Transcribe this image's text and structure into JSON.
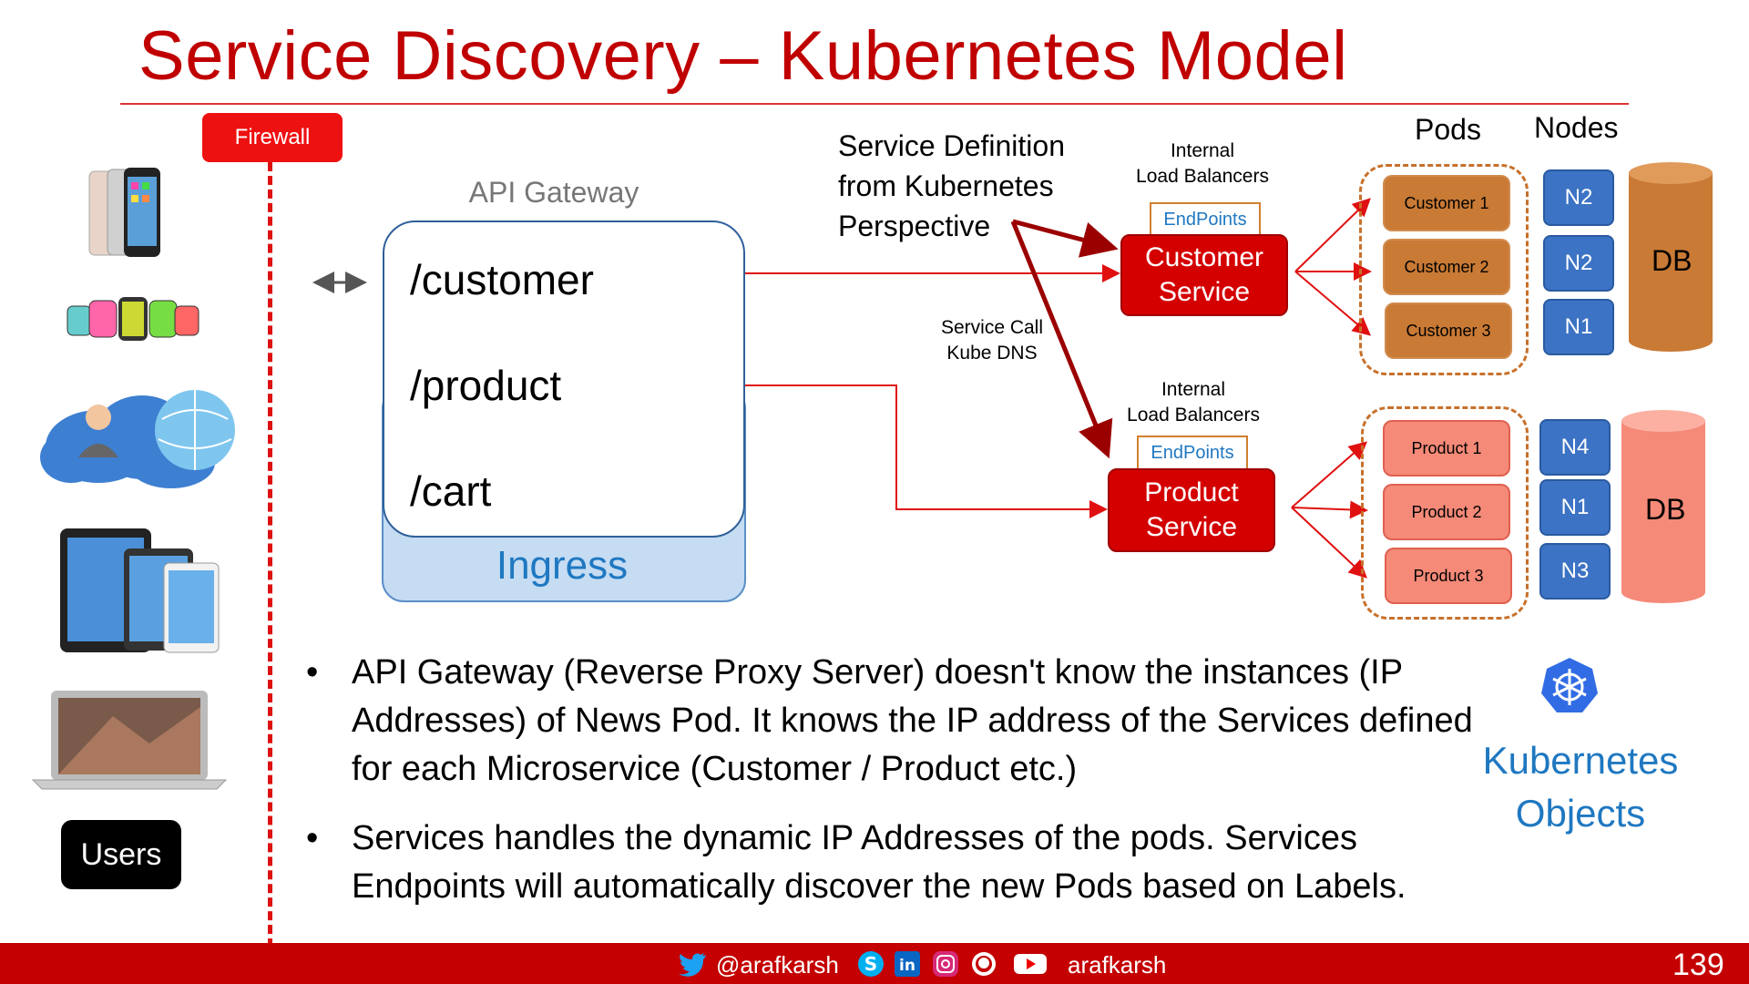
{
  "slide": {
    "title": "Service Discovery – Kubernetes Model",
    "page_number": "139"
  },
  "left": {
    "firewall_label": "Firewall",
    "users_label": "Users",
    "devices": [
      "smartphone-icon",
      "smartwatch-icon",
      "cloud-user-icon",
      "tablet-icon",
      "laptop-icon"
    ]
  },
  "gateway": {
    "label": "API Gateway",
    "routes": [
      "/customer",
      "/product",
      "/cart"
    ],
    "ingress_label": "Ingress"
  },
  "service_definition": {
    "text": "Service Definition from Kubernetes Perspective",
    "service_call": "Service Call",
    "kube_dns": "Kube DNS"
  },
  "customer": {
    "internal_lb_line1": "Internal",
    "internal_lb_line2": "Load Balancers",
    "endpoints": "EndPoints",
    "service_line1": "Customer",
    "service_line2": "Service",
    "pods": [
      "Customer 1",
      "Customer 2",
      "Customer 3"
    ],
    "nodes": [
      "N2",
      "N2",
      "N1"
    ],
    "db": "DB"
  },
  "product": {
    "internal_lb_line1": "Internal",
    "internal_lb_line2": "Load Balancers",
    "endpoints": "EndPoints",
    "service_line1": "Product",
    "service_line2": "Service",
    "pods": [
      "Product 1",
      "Product 2",
      "Product 3"
    ],
    "nodes": [
      "N4",
      "N1",
      "N3"
    ],
    "db": "DB"
  },
  "headers": {
    "pods": "Pods",
    "nodes": "Nodes"
  },
  "bullets": [
    "API Gateway (Reverse Proxy Server) doesn't know the instances (IP Addresses) of News Pod. It knows the IP address of the Services defined for each Microservice (Customer / Product etc.)",
    "Services handles the dynamic IP Addresses of the pods. Services Endpoints will automatically discover the new Pods based on Labels."
  ],
  "kubernetes": {
    "line1": "Kubernetes",
    "line2": "Objects"
  },
  "footer": {
    "handle_left": "@arafkarsh",
    "handle_right": "arafkarsh",
    "social_icons": [
      "twitter-icon",
      "skype-icon",
      "linkedin-icon",
      "instagram-icon",
      "github-icon",
      "youtube-icon"
    ]
  },
  "colors": {
    "title_red": "#c00000",
    "service_red": "#d40000",
    "customer_pod": "#c97a35",
    "product_pod": "#f58a78",
    "node_blue": "#3c73c4",
    "ingress_blue": "#1f78c1",
    "footer_red": "#c40000"
  }
}
